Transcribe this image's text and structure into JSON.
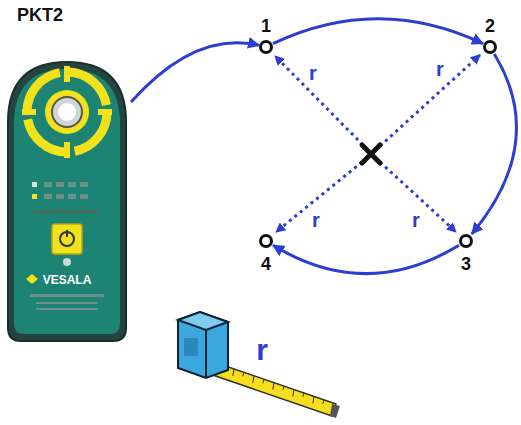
{
  "diagram": {
    "nodes": [
      {
        "text": [
          "PKT2"
        ]
      },
      {
        "text": [
          "1"
        ]
      },
      {
        "text": [
          "2"
        ]
      },
      {
        "text": [
          "3"
        ]
      },
      {
        "text": [
          "4"
        ]
      }
    ],
    "edges": [
      {
        "from": 0,
        "to": 1,
        "arrow": "to"
      },
      {
        "from": 1,
        "to": 2,
        "arrow": "to"
      },
      {
        "from": 2,
        "to": 3,
        "arrow": "to"
      },
      {
        "from": 3,
        "to": 4,
        "arrow": "to"
      }
    ],
    "labels": [
      "r",
      "r",
      "r",
      "r",
      "r",
      "VESALA"
    ]
  }
}
